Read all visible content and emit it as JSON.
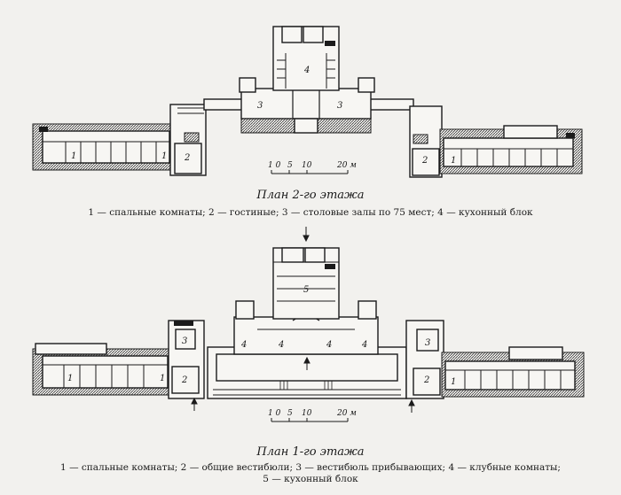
{
  "plan2": {
    "title": "План 2-го этажа",
    "legend": "1 — спальные комнаты; 2 — гостиные; 3 — столовые залы по 75 мест; 4 — кухонный блок",
    "labels": [
      "1",
      "1",
      "2",
      "3",
      "4",
      "3",
      "2",
      "1"
    ]
  },
  "plan1": {
    "title": "План 1-го этажа",
    "legend_line1": "1 — спальные комнаты; 2 — общие вестибюли; 3 — вестибюль прибывающих; 4 — клубные комнаты;",
    "legend_line2": "5 — кухонный блок",
    "labels": [
      "1",
      "1",
      "3",
      "2",
      "4",
      "4",
      "5",
      "4",
      "4",
      "3",
      "2",
      "1"
    ]
  },
  "scale": {
    "ticks": [
      "1 0",
      "5",
      "10",
      "20 м"
    ]
  }
}
